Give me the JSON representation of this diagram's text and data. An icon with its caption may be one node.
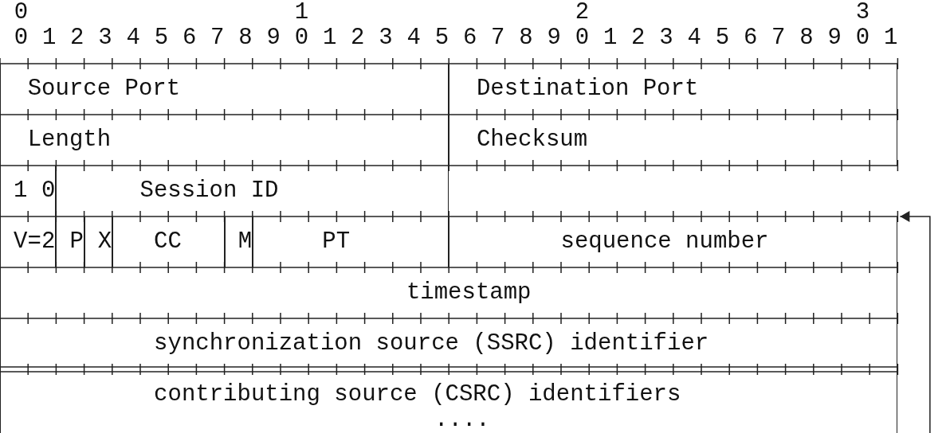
{
  "diagram": {
    "nodes": [
      {
        "text": [
          "Source Port"
        ]
      },
      {
        "text": [
          "Destination Port"
        ]
      },
      {
        "text": [
          "Length"
        ]
      },
      {
        "text": [
          "Checksum"
        ]
      },
      {
        "text": [
          "1 0"
        ]
      },
      {
        "text": [
          "Session ID"
        ]
      },
      {
        "text": [
          "V=2"
        ]
      },
      {
        "text": [
          "P"
        ]
      },
      {
        "text": [
          "X"
        ]
      },
      {
        "text": [
          "CC"
        ]
      },
      {
        "text": [
          "M"
        ]
      },
      {
        "text": [
          "PT"
        ]
      },
      {
        "text": [
          "sequence number"
        ]
      },
      {
        "text": [
          "timestamp"
        ]
      },
      {
        "text": [
          "synchronization source (SSRC) identifier"
        ]
      },
      {
        "text": [
          "contributing source (CSRC) identifiers",
          "...."
        ]
      }
    ],
    "edges": [],
    "labels": [
      "0",
      "1",
      "2",
      "3",
      "0",
      "1",
      "2",
      "3",
      "4",
      "5",
      "6",
      "7",
      "8",
      "9",
      "0",
      "1",
      "2",
      "3",
      "4",
      "5",
      "6",
      "7",
      "8",
      "9",
      "0",
      "1",
      "2",
      "3",
      "4",
      "5",
      "6",
      "7",
      "8",
      "9",
      "0",
      "1"
    ]
  }
}
